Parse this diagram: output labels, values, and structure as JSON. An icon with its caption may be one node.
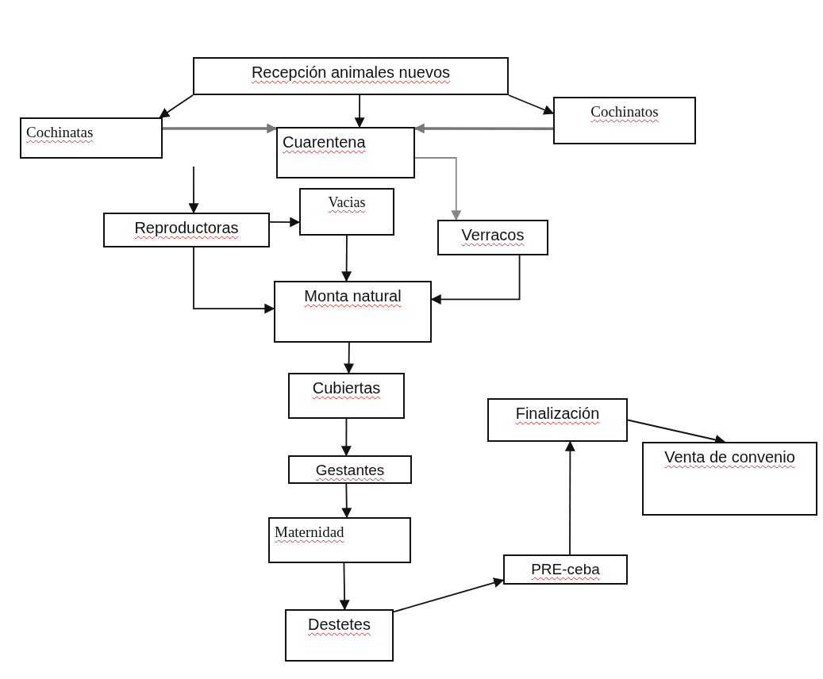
{
  "diagram": {
    "nodes": [
      {
        "text": [
          "Recepción animales nuevos"
        ]
      },
      {
        "text": [
          "Cochinatas"
        ]
      },
      {
        "text": [
          "Cuarentena"
        ]
      },
      {
        "text": [
          "Cochinatos"
        ]
      },
      {
        "text": [
          "Reproductoras"
        ]
      },
      {
        "text": [
          "Vacias"
        ]
      },
      {
        "text": [
          "Verracos"
        ]
      },
      {
        "text": [
          "Monta natural"
        ]
      },
      {
        "text": [
          "Cubiertas"
        ]
      },
      {
        "text": [
          "Gestantes"
        ]
      },
      {
        "text": [
          "Maternidad"
        ]
      },
      {
        "text": [
          "Destetes"
        ]
      },
      {
        "text": [
          "PRE-ceba"
        ]
      },
      {
        "text": [
          "Finalización"
        ]
      },
      {
        "text": [
          "Venta de convenio"
        ]
      }
    ],
    "edges": [
      {
        "from": 0,
        "to": 1,
        "arrow": "to"
      },
      {
        "from": 0,
        "to": 2,
        "arrow": "to"
      },
      {
        "from": 0,
        "to": 3,
        "arrow": "to"
      },
      {
        "from": 1,
        "to": 2,
        "arrow": "to",
        "style": "thick",
        "color": "#777777"
      },
      {
        "from": 3,
        "to": 2,
        "arrow": "to",
        "style": "thick",
        "color": "#777777"
      },
      {
        "from": null,
        "to": 4,
        "arrow": "to"
      },
      {
        "from": 2,
        "to": 6,
        "arrow": "to",
        "color": "#888888"
      },
      {
        "from": 4,
        "to": 5,
        "arrow": "to"
      },
      {
        "from": 5,
        "to": 7,
        "arrow": "to"
      },
      {
        "from": 4,
        "to": 7,
        "arrow": "to"
      },
      {
        "from": 6,
        "to": 7,
        "arrow": "to"
      },
      {
        "from": 7,
        "to": 8,
        "arrow": "to"
      },
      {
        "from": 8,
        "to": 9,
        "arrow": "to"
      },
      {
        "from": 9,
        "to": 10,
        "arrow": "to"
      },
      {
        "from": 10,
        "to": 11,
        "arrow": "to"
      },
      {
        "from": 11,
        "to": 12,
        "arrow": "to"
      },
      {
        "from": 12,
        "to": 13,
        "arrow": "to"
      },
      {
        "from": 13,
        "to": 14,
        "arrow": "to"
      }
    ]
  }
}
